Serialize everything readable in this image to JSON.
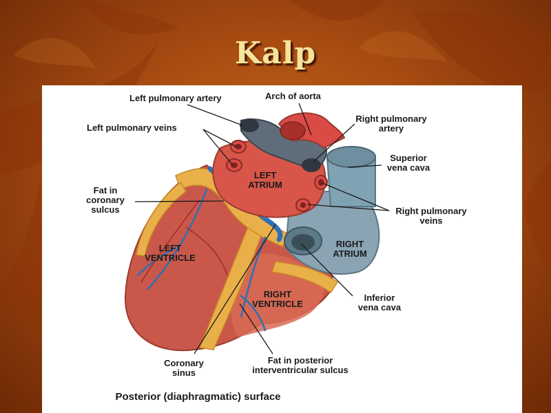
{
  "slide": {
    "title": "Kalp"
  },
  "diagram": {
    "labels": {
      "left_pulmonary_artery": "Left pulmonary artery",
      "arch_of_aorta": "Arch of aorta",
      "right_pulmonary_artery_l1": "Right pulmonary",
      "right_pulmonary_artery_l2": "artery",
      "left_pulmonary_veins": "Left pulmonary veins",
      "superior_vena_cava_l1": "Superior",
      "superior_vena_cava_l2": "vena cava",
      "fat_coronary_l1": "Fat in",
      "fat_coronary_l2": "coronary",
      "fat_coronary_l3": "sulcus",
      "right_pulmonary_veins_l1": "Right pulmonary",
      "right_pulmonary_veins_l2": "veins",
      "left_atrium_l1": "LEFT",
      "left_atrium_l2": "ATRIUM",
      "left_ventricle_l1": "LEFT",
      "left_ventricle_l2": "VENTRICLE",
      "right_atrium_l1": "RIGHT",
      "right_atrium_l2": "ATRIUM",
      "right_ventricle_l1": "RIGHT",
      "right_ventricle_l2": "VENTRICLE",
      "inferior_vena_cava_l1": "Inferior",
      "inferior_vena_cava_l2": "vena cava",
      "coronary_sinus_l1": "Coronary",
      "coronary_sinus_l2": "sinus",
      "fat_posterior_l1": "Fat in posterior",
      "fat_posterior_l2": "interventricular sulcus"
    },
    "caption": "Posterior (diaphragmatic) surface"
  },
  "colors": {
    "background": "#a84c12",
    "title": "#f6e39a",
    "ventricle": "#c9584a",
    "atrium": "#d8554a",
    "vena_cava": "#7fa3b3",
    "pulmonary_artery": "#5f6c7a",
    "fat": "#e9b04a",
    "vessel_blue": "#2f6fb5"
  }
}
